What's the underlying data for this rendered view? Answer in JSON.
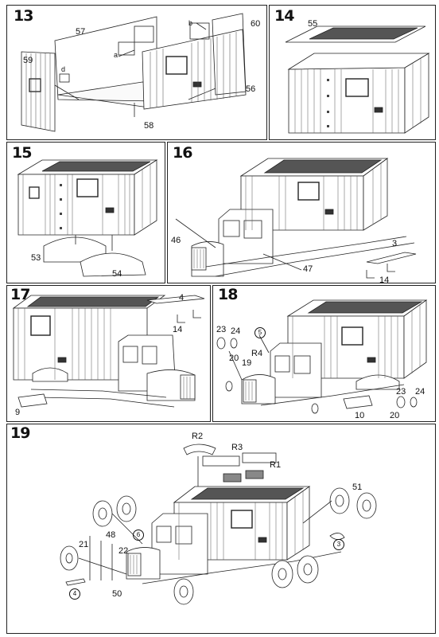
{
  "steps": {
    "s13": {
      "number": "13",
      "labels": {
        "p57": "57",
        "p60": "60",
        "p59": "59",
        "p56": "56",
        "p58": "58",
        "a": "a",
        "b": "b",
        "d": "d"
      }
    },
    "s14": {
      "number": "14",
      "labels": {
        "p55": "55"
      }
    },
    "s15": {
      "number": "15",
      "labels": {
        "p53": "53",
        "p54": "54"
      }
    },
    "s16": {
      "number": "16",
      "labels": {
        "p46": "46",
        "p47": "47",
        "p3": "3",
        "p14": "14"
      }
    },
    "s17": {
      "number": "17",
      "labels": {
        "p4": "4",
        "p14": "14",
        "p9": "9"
      }
    },
    "s18": {
      "number": "18",
      "labels": {
        "p23a": "23",
        "p24a": "24",
        "p20a": "20",
        "c5": "5",
        "r4": "R4",
        "p19": "19",
        "p23b": "23",
        "p24b": "24",
        "p20b": "20",
        "p10": "10"
      }
    },
    "s19": {
      "number": "19",
      "labels": {
        "r2": "R2",
        "r3": "R3",
        "r1": "R1",
        "p51": "51",
        "p48": "48",
        "c6": "6",
        "p21": "21",
        "p22": "22",
        "c3": "3",
        "c4": "4",
        "p50": "50"
      }
    }
  }
}
